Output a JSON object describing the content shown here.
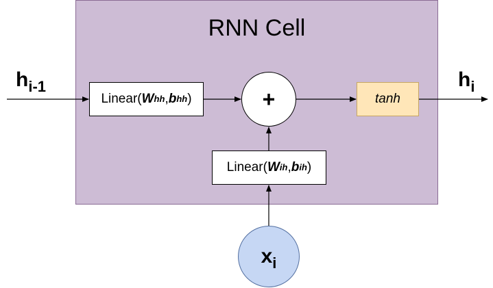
{
  "cell": {
    "title": "RNN Cell",
    "fill": "#cdbcd5"
  },
  "inputs": {
    "h_prev": {
      "base": "h",
      "sub": "i-1"
    },
    "x": {
      "base": "x",
      "sub": "i"
    }
  },
  "outputs": {
    "h_next": {
      "base": "h",
      "sub": "i"
    }
  },
  "nodes": {
    "linear_hh": {
      "prefix": "Linear(",
      "weight": "W",
      "weight_sub": "hh",
      "sep": ",",
      "bias": "b",
      "bias_sub": "hh",
      "suffix": ")"
    },
    "linear_ih": {
      "prefix": "Linear(",
      "weight": "W",
      "weight_sub": "ih",
      "sep": ",",
      "bias": "b",
      "bias_sub": "ih",
      "suffix": ")"
    },
    "add": {
      "symbol": "+"
    },
    "activation": {
      "label": "tanh",
      "fill": "#ffe6b8"
    }
  },
  "colors": {
    "x_node": "#c6d7f4"
  },
  "edges": [
    {
      "from": "h_prev",
      "to": "linear_hh"
    },
    {
      "from": "linear_hh",
      "to": "add"
    },
    {
      "from": "x",
      "to": "linear_ih"
    },
    {
      "from": "linear_ih",
      "to": "add"
    },
    {
      "from": "add",
      "to": "activation"
    },
    {
      "from": "activation",
      "to": "h_next"
    }
  ]
}
